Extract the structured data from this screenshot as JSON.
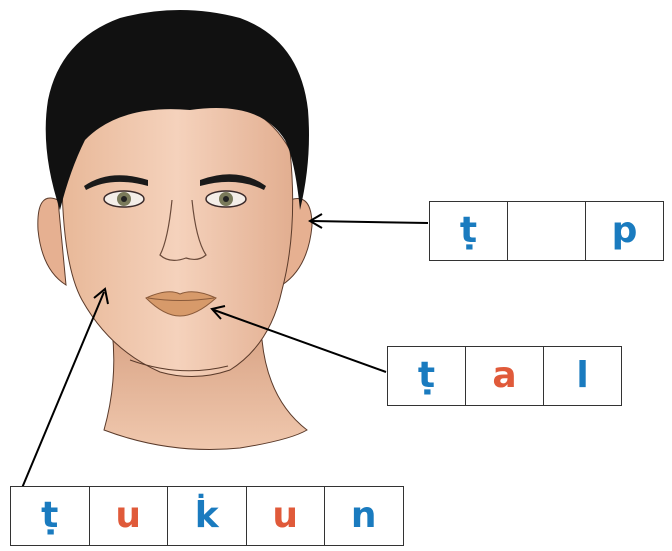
{
  "colors": {
    "consonant": "#1a7bbf",
    "vowel": "#e05a3a"
  },
  "ear_word": {
    "letters": [
      "ṭ",
      "",
      "p"
    ],
    "colors": [
      "consonant",
      "",
      "consonant"
    ]
  },
  "lips_word": {
    "letters": [
      "ṭ",
      "a",
      "l"
    ],
    "colors": [
      "consonant",
      "vowel",
      "consonant"
    ]
  },
  "cheek_word": {
    "letters": [
      "ṭ",
      "u",
      "k̇",
      "u",
      "n"
    ],
    "colors": [
      "consonant",
      "vowel",
      "consonant",
      "vowel",
      "consonant"
    ]
  }
}
